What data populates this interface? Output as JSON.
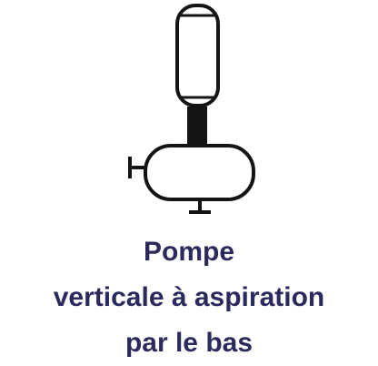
{
  "diagram": {
    "symbol": "vertical-suction-pump-icon",
    "stroke_color": "#141414",
    "shaft_color": "#141414",
    "fill_color": "#ffffff"
  },
  "caption": {
    "color": "#2a2a5c",
    "lines": [
      "Pompe",
      "verticale à aspiration",
      "par le bas"
    ]
  }
}
